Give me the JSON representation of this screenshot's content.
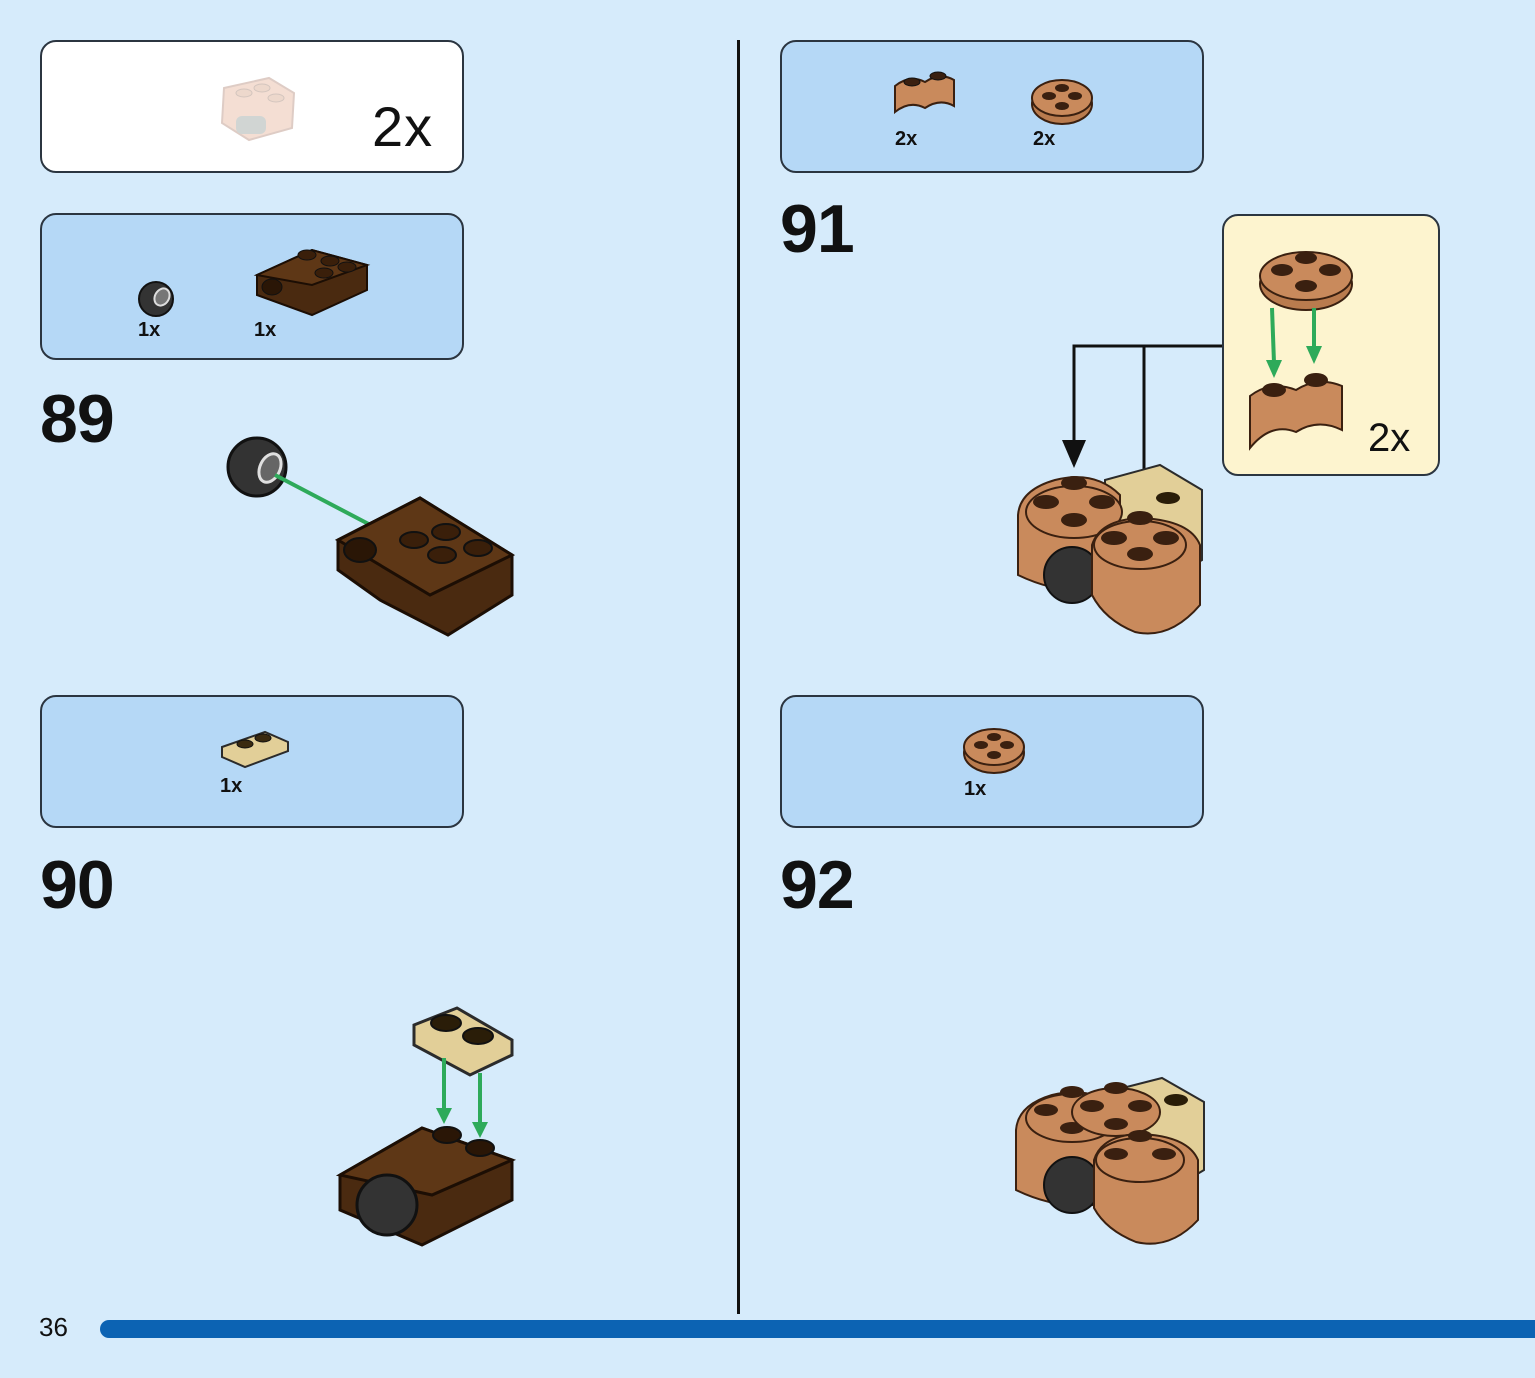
{
  "page": {
    "number": "36",
    "progress_color": "#0c63b3"
  },
  "colors": {
    "background": "#d6ebfb",
    "parts_box": "#b5d8f6",
    "callout": "#fdf4cf",
    "dark_brown": "#4a2a10",
    "medium_nougat": "#c98a5c",
    "tan": "#e2cf98",
    "black": "#333333",
    "arrow_green": "#2eaa5a"
  },
  "left": {
    "submodel_box": {
      "multiplier": "2x",
      "icon": "brown-assembly-preview-icon"
    },
    "step89": {
      "number": "89",
      "parts": [
        {
          "qty": "1x",
          "icon": "black-ball-joint-icon"
        },
        {
          "qty": "1x",
          "icon": "dark-brown-brick-with-clip-icon"
        }
      ]
    },
    "step90": {
      "number": "90",
      "parts": [
        {
          "qty": "1x",
          "icon": "tan-plate-1x2-icon"
        }
      ]
    }
  },
  "right": {
    "step91": {
      "number": "91",
      "parts": [
        {
          "qty": "2x",
          "icon": "nougat-curved-brick-icon"
        },
        {
          "qty": "2x",
          "icon": "nougat-round-plate-icon"
        }
      ],
      "callout": {
        "multiplier": "2x"
      }
    },
    "step92": {
      "number": "92",
      "parts": [
        {
          "qty": "1x",
          "icon": "nougat-round-plate-icon"
        }
      ]
    }
  }
}
